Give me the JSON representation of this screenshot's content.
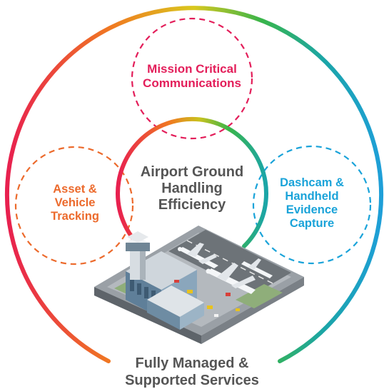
{
  "colors": {
    "mission": "#e31e5a",
    "asset": "#ec6a2c",
    "dashcam": "#1aa3d9",
    "center_text": "#555555",
    "outer_text": "#555555",
    "ring_red": "#e8204f",
    "ring_orange": "#f07a21",
    "ring_yellow": "#d9c81e",
    "ring_green": "#39b54a",
    "ring_teal": "#1ba5a8",
    "ring_blue": "#1e9fd8"
  },
  "labels": {
    "mission": [
      "Mission Critical",
      "Communications"
    ],
    "asset": [
      "Asset &",
      "Vehicle",
      "Tracking"
    ],
    "dashcam": [
      "Dashcam &",
      "Handheld",
      "Evidence",
      "Capture"
    ],
    "center": [
      "Airport Ground",
      "Handling",
      "Efficiency"
    ],
    "outer": [
      "Fully Managed &",
      "Supported Services"
    ]
  },
  "illustration": {
    "icon": "airport-illustration"
  }
}
